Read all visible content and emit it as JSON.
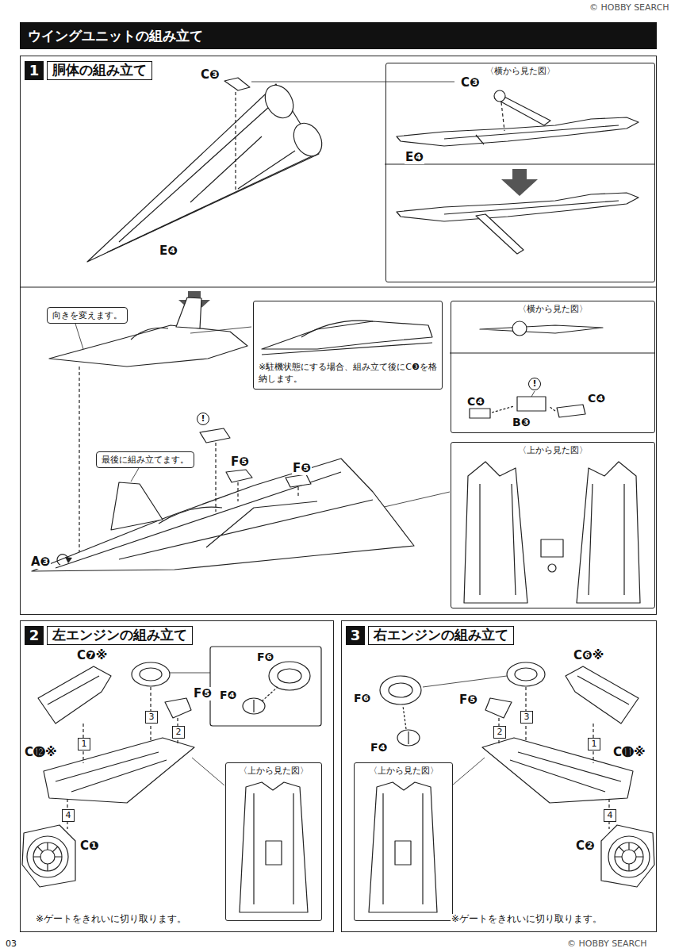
{
  "diagram": {
    "title": "ウイングユニットの組み立て",
    "nodes": [
      {
        "text": [
          "1",
          "胴体の組み立て"
        ]
      },
      {
        "text": [
          "〈横から見た図〉"
        ],
        "in": 0
      },
      {
        "text": [
          "※駐機状態にする場合、組み立て後にC❸を格納します。"
        ],
        "in": 0
      },
      {
        "text": [
          "〈横から見た図〉"
        ],
        "in": 0
      },
      {
        "text": [
          "向きを変えます。"
        ],
        "in": 0
      },
      {
        "text": [
          "最後に組み立てます。"
        ],
        "in": 0
      },
      {
        "text": [
          "〈上から見た図〉"
        ],
        "in": 0
      },
      {
        "text": [
          "2",
          "左エンジンの組み立て"
        ]
      },
      {
        "text": [
          "〈上から見た図〉"
        ],
        "in": 7
      },
      {
        "text": [
          "3"
        ],
        "in": 7
      },
      {
        "text": [
          "2"
        ],
        "in": 7
      },
      {
        "text": [
          "1"
        ],
        "in": 7
      },
      {
        "text": [
          "4"
        ],
        "in": 7
      },
      {
        "text": [
          "3",
          "右エンジンの組み立て"
        ]
      },
      {
        "text": [
          "〈上から見た図〉"
        ],
        "in": 13
      },
      {
        "text": [
          "3"
        ],
        "in": 13
      },
      {
        "text": [
          "2"
        ],
        "in": 13
      },
      {
        "text": [
          "1"
        ],
        "in": 13
      },
      {
        "text": [
          "4"
        ],
        "in": 13
      }
    ],
    "labels": [
      "C❸",
      "E❹",
      "C❸",
      "E❹",
      "C❹",
      "!",
      "B❸",
      "C❹",
      "!",
      "F❺",
      "F❺",
      "A❸",
      "C❼※",
      "F❻",
      "F❹",
      "F❺",
      "C⓬※",
      "C❶",
      "※ゲートをきれいに切り取ります。",
      "F❻",
      "F❹",
      "C❻※",
      "F❺",
      "C⓫※",
      "C❷",
      "※ゲートをきれいに切り取ります。",
      "03",
      "© HOBBY SEARCH",
      "© HOBBY SEARCH"
    ]
  }
}
